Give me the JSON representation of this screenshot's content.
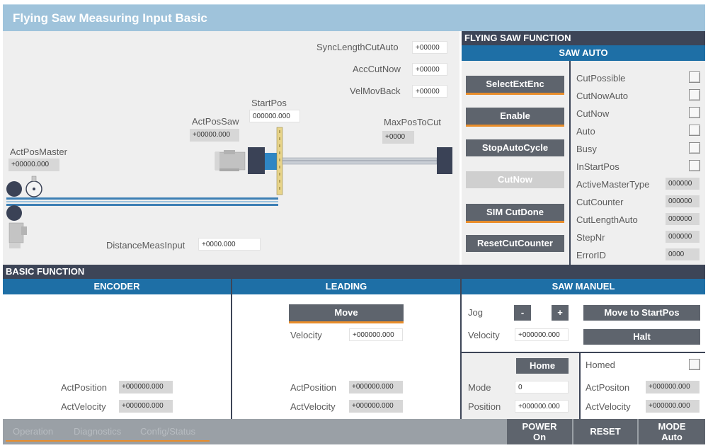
{
  "title": "Flying Saw Measuring Input Basic",
  "diagram": {
    "sync_length_label": "SyncLengthCutAuto",
    "sync_length_value": "+00000",
    "acc_cut_label": "AccCutNow",
    "acc_cut_value": "+00000",
    "vel_mov_label": "VelMovBack",
    "vel_mov_value": "+00000",
    "start_pos_label": "StartPos",
    "start_pos_value": "000000.000",
    "act_pos_saw_label": "ActPosSaw",
    "act_pos_saw_value": "+00000.000",
    "max_pos_label": "MaxPosToCut",
    "max_pos_value": "+0000",
    "act_pos_master_label": "ActPosMaster",
    "act_pos_master_value": "+00000.000",
    "distance_label": "DistanceMeasInput",
    "distance_value": "+0000.000"
  },
  "flying_saw": {
    "header": "FLYING SAW  FUNCTION",
    "subheader": "SAW AUTO",
    "buttons": [
      "SelectExtEnc",
      "Enable",
      "StopAutoCycle",
      "CutNow",
      "SIM CutDone",
      "ResetCutCounter"
    ],
    "status_labels": [
      "CutPossible",
      "CutNowAuto",
      "CutNow",
      "Auto",
      "Busy",
      "InStartPos"
    ],
    "values": [
      {
        "label": "ActiveMasterType",
        "value": "000000"
      },
      {
        "label": "CutCounter",
        "value": "000000"
      },
      {
        "label": "CutLengthAuto",
        "value": "000000"
      },
      {
        "label": "StepNr",
        "value": "000000"
      },
      {
        "label": "ErrorID",
        "value": "0000"
      }
    ]
  },
  "basic": {
    "header": "BASIC FUNCTION",
    "encoder": {
      "title": "ENCODER",
      "act_position_label": "ActPosition",
      "act_position_value": "+000000.000",
      "act_velocity_label": "ActVelocity",
      "act_velocity_value": "+000000.000"
    },
    "leading": {
      "title": "LEADING",
      "move_label": "Move",
      "velocity_label": "Velocity",
      "velocity_value": "+000000.000",
      "act_position_label": "ActPosition",
      "act_position_value": "+000000.000",
      "act_velocity_label": "ActVelocity",
      "act_velocity_value": "+000000.000"
    },
    "saw_manuel": {
      "title": "SAW MANUEL",
      "jog_label": "Jog",
      "jog_minus": "-",
      "jog_plus": "+",
      "move_start_label": "Move to StartPos",
      "velocity_label": "Velocity",
      "velocity_value": "+000000.000",
      "halt_label": "Halt",
      "home_label": "Home",
      "mode_label": "Mode",
      "mode_value": "0",
      "position_label": "Position",
      "position_value": "+000000.000",
      "homed_label": "Homed",
      "act_position_label": "ActPositon",
      "act_position_value": "+000000.000",
      "act_velocity_label": "ActVelocity",
      "act_velocity_value": "+000000.000"
    }
  },
  "footer": {
    "tabs": [
      "Operation",
      "Diagnostics",
      "Config/Status"
    ],
    "power_label": "POWER",
    "power_state": "On",
    "reset_label": "RESET",
    "mode_label": "MODE",
    "mode_state": "Auto"
  },
  "colors": {
    "accent": "#e98d2a",
    "header_dark": "#3d4557",
    "header_blue": "#1e6fa6",
    "title_bar": "#9fc3db"
  }
}
